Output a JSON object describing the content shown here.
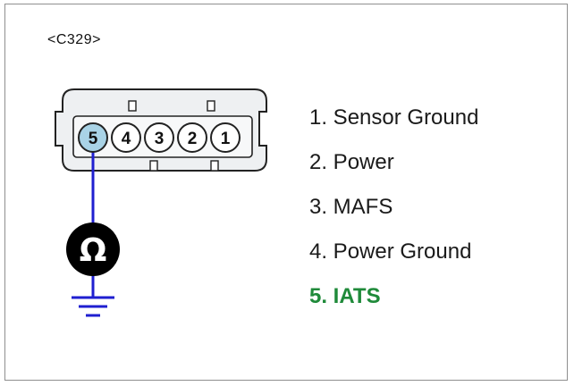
{
  "connector": {
    "id_label": "<C329>"
  },
  "pins": [
    {
      "number": "5",
      "highlighted": true
    },
    {
      "number": "4",
      "highlighted": false
    },
    {
      "number": "3",
      "highlighted": false
    },
    {
      "number": "2",
      "highlighted": false
    },
    {
      "number": "1",
      "highlighted": false
    }
  ],
  "meter": {
    "symbol": "Ω",
    "icon": "ohmmeter-icon"
  },
  "ground": {
    "icon": "ground-icon"
  },
  "legend": [
    {
      "text": "1. Sensor Ground",
      "highlighted": false
    },
    {
      "text": "2. Power",
      "highlighted": false
    },
    {
      "text": "3. MAFS",
      "highlighted": false
    },
    {
      "text": "4. Power Ground",
      "highlighted": false
    },
    {
      "text": "5. IATS",
      "highlighted": true
    }
  ],
  "colors": {
    "probe_wire": "#1f1fd0",
    "highlight_text": "#1f8a3a",
    "highlight_pin": "#a9d3e6",
    "connector_body": "#e9ecef",
    "meter_fill": "#000000"
  }
}
